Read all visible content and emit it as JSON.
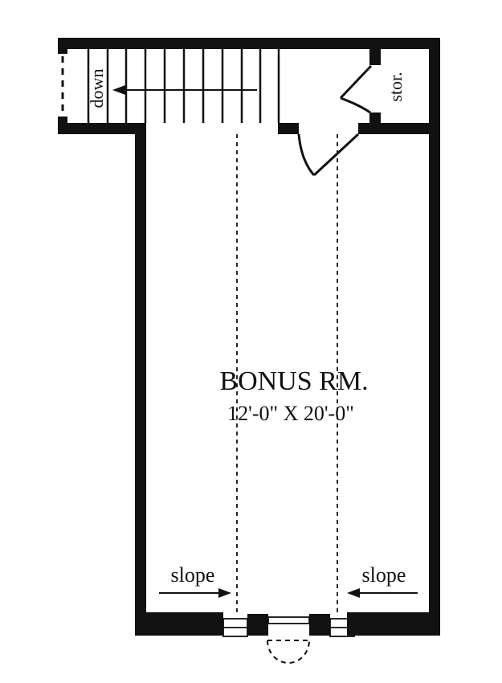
{
  "plan": {
    "room_name": "BONUS RM.",
    "room_dims": "12'-0\" X 20'-0\"",
    "stair_label": "down",
    "storage_label": "stor.",
    "slope_left_label": "slope",
    "slope_right_label": "slope"
  },
  "colors": {
    "wall": "#111111",
    "background": "#ffffff"
  }
}
